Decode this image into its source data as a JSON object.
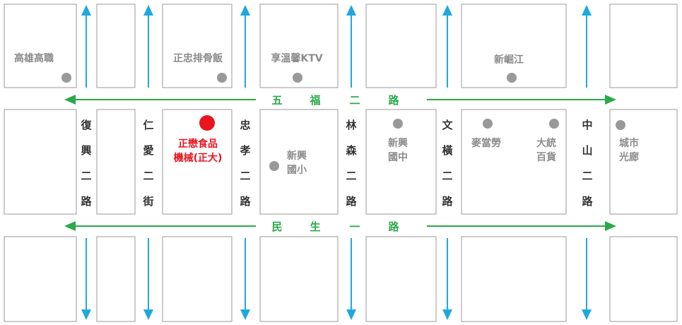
{
  "colors": {
    "horizontal_road": "#2aaa4a",
    "vertical_arrow": "#1fa8e0",
    "landmark": "#8c8c8c",
    "target": "#e8141e",
    "block_border": "#9a9a9a"
  },
  "horizontal_roads": {
    "wufu": [
      "五",
      "福",
      "二",
      "路"
    ],
    "minsheng": [
      "民",
      "生",
      "一",
      "路"
    ]
  },
  "vertical_roads": {
    "fuxing": [
      "復",
      "興",
      "二",
      "路"
    ],
    "renai": [
      "仁",
      "愛",
      "二",
      "街"
    ],
    "zhongxiao": [
      "忠",
      "孝",
      "二",
      "路"
    ],
    "linsen": [
      "林",
      "森",
      "二",
      "路"
    ],
    "wenheng": [
      "文",
      "橫",
      "二",
      "路"
    ],
    "zhongshan": [
      "中",
      "山",
      "二",
      "路"
    ]
  },
  "landmarks": {
    "gaoxiong_gaozhi": "高雄高職",
    "zhengzhong_rice": "正忠排骨飯",
    "xiangwen_ktv": "享溫馨KTV",
    "xin_jue_jiang": "新崛江",
    "xinxing_elementary": [
      "新興",
      "國小"
    ],
    "xinxing_high": [
      "新興",
      "國中"
    ],
    "mcdonalds": "麥當勞",
    "daitong": [
      "大統",
      "百貨"
    ],
    "city_gallery": [
      "城市",
      "光廊"
    ]
  },
  "target": {
    "name": [
      "正懋食品",
      "機械(正大)"
    ]
  }
}
